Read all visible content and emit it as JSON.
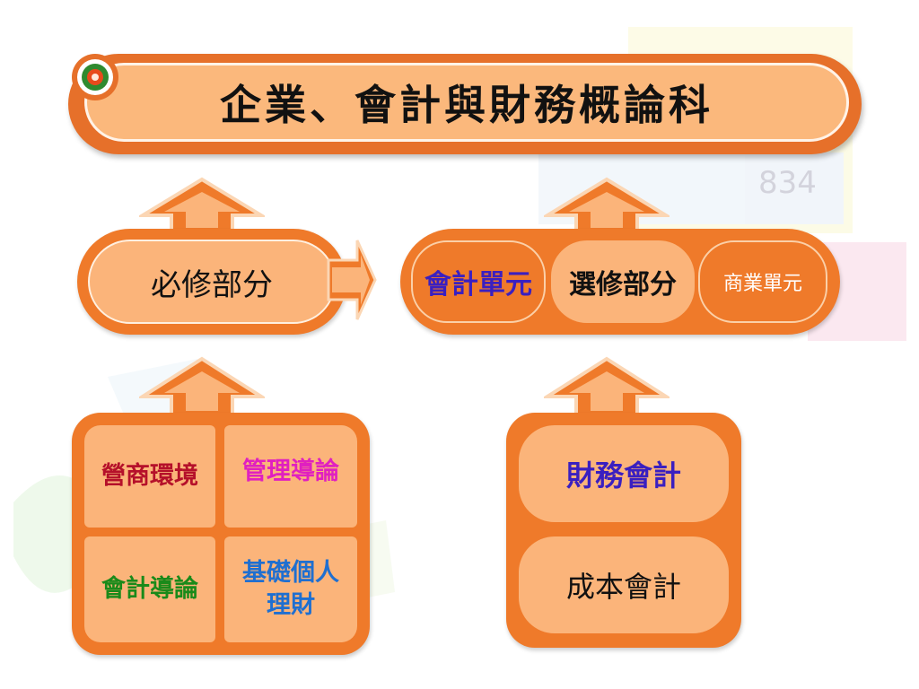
{
  "title": "企業、會計與財務概論科",
  "required": {
    "label": "必修部分"
  },
  "elective": {
    "left_unit": "會計單元",
    "label": "選修部分",
    "right_unit": "商業單元"
  },
  "required_courses": [
    {
      "label": "營商環境",
      "color": "#b5102a"
    },
    {
      "label": "管理導論",
      "color": "#e020c0"
    },
    {
      "label": "會計導論",
      "color": "#1a8a1a"
    },
    {
      "label": "基礎個人理財",
      "color": "#1f6fd0"
    }
  ],
  "accounting_courses": [
    {
      "label": "財務會計",
      "color": "#3a1fc0"
    },
    {
      "label": "成本會計",
      "color": "#111111"
    }
  ],
  "colors": {
    "shell_orange": "#ef7a2a",
    "peach": "#fbb47a"
  }
}
